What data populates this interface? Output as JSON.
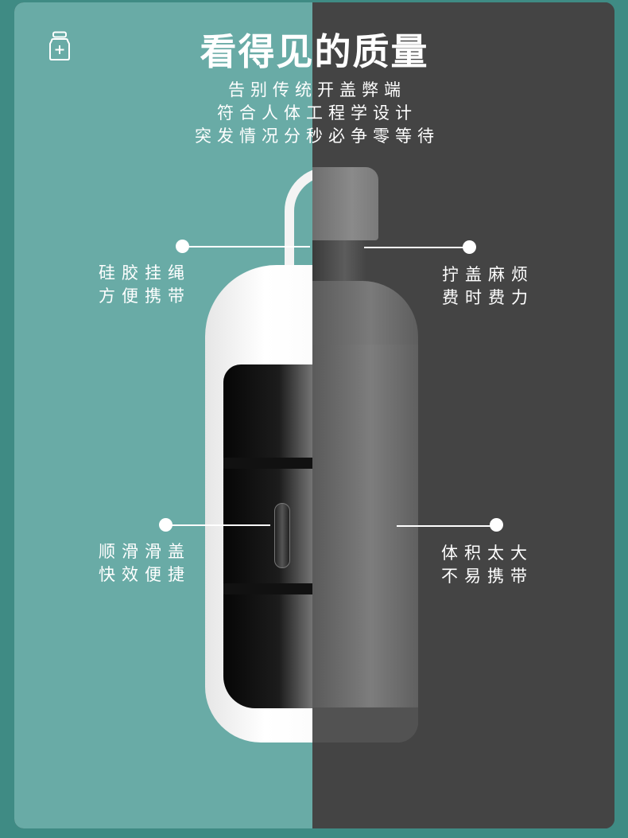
{
  "header": {
    "icon": "medicine-bottle-plus-icon",
    "title": "看得见的质量",
    "subtitle_lines": [
      "告别传统开盖弊端",
      "符合人体工程学设计",
      "突发情况分秒必争零等待"
    ]
  },
  "comparison": {
    "left": {
      "theme_color": "#69aba6",
      "product": "white-pill-case",
      "callouts": [
        {
          "line1": "硅胶挂绳",
          "line2": "方便携带"
        },
        {
          "line1": "顺滑滑盖",
          "line2": "快效便捷"
        }
      ]
    },
    "right": {
      "theme_color": "#444444",
      "product": "traditional-screw-cap-bottle",
      "callouts": [
        {
          "line1": "拧盖麻烦",
          "line2": "费时费力"
        },
        {
          "line1": "体积太大",
          "line2": "不易携带"
        }
      ]
    }
  },
  "colors": {
    "outer_background": "#3f8b84",
    "left_panel": "#69aba6",
    "right_panel": "#444444",
    "text": "#ffffff"
  }
}
